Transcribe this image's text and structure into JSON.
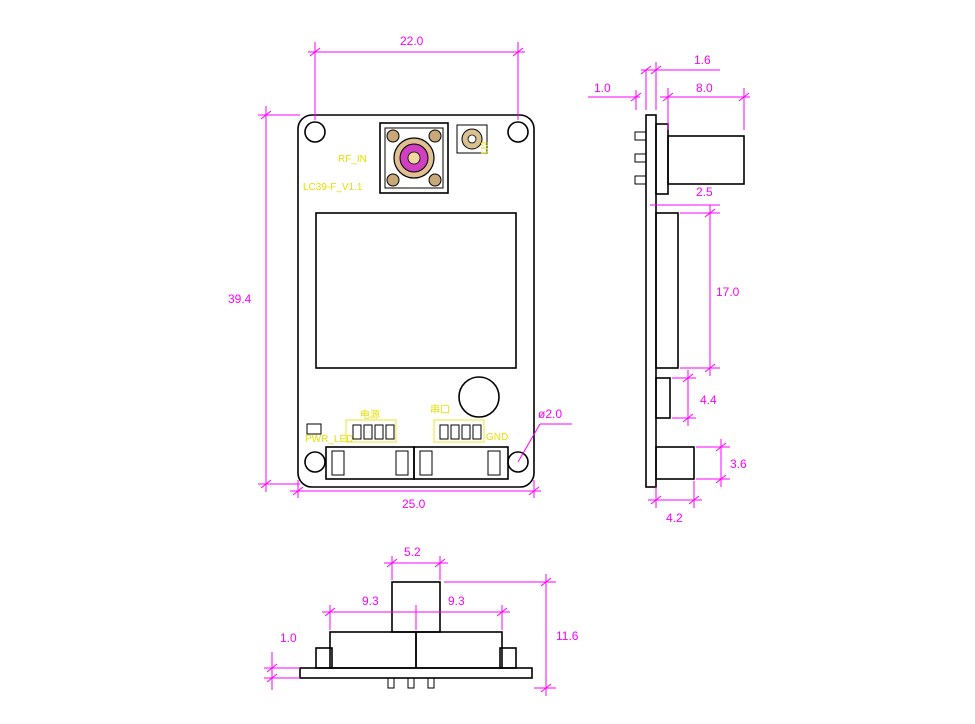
{
  "dimensions": {
    "top_width": "22.0",
    "height": "39.4",
    "bottom_width": "25.0",
    "hole_diameter": "ø2.0",
    "side_board_thickness": "1.0",
    "side_top_offset": "1.6",
    "side_connector_length": "8.0",
    "side_gap": "2.5",
    "side_screen_height": "17.0",
    "side_button_height": "4.4",
    "side_connector_height": "3.6",
    "side_connector_depth": "4.2",
    "bottom_connector_width": "5.2",
    "bottom_left_span": "9.3",
    "bottom_right_span": "9.3",
    "bottom_board_thickness": "1.0",
    "bottom_total_height": "11.6"
  },
  "silkscreen": {
    "rf_in": "RF_IN",
    "board_name": "LC39-F_V1.1",
    "u2": "U2",
    "left_connector_label": "电源",
    "right_connector_label": "串口",
    "left_small_label": "PWR_LED",
    "right_small_label": "GND"
  }
}
